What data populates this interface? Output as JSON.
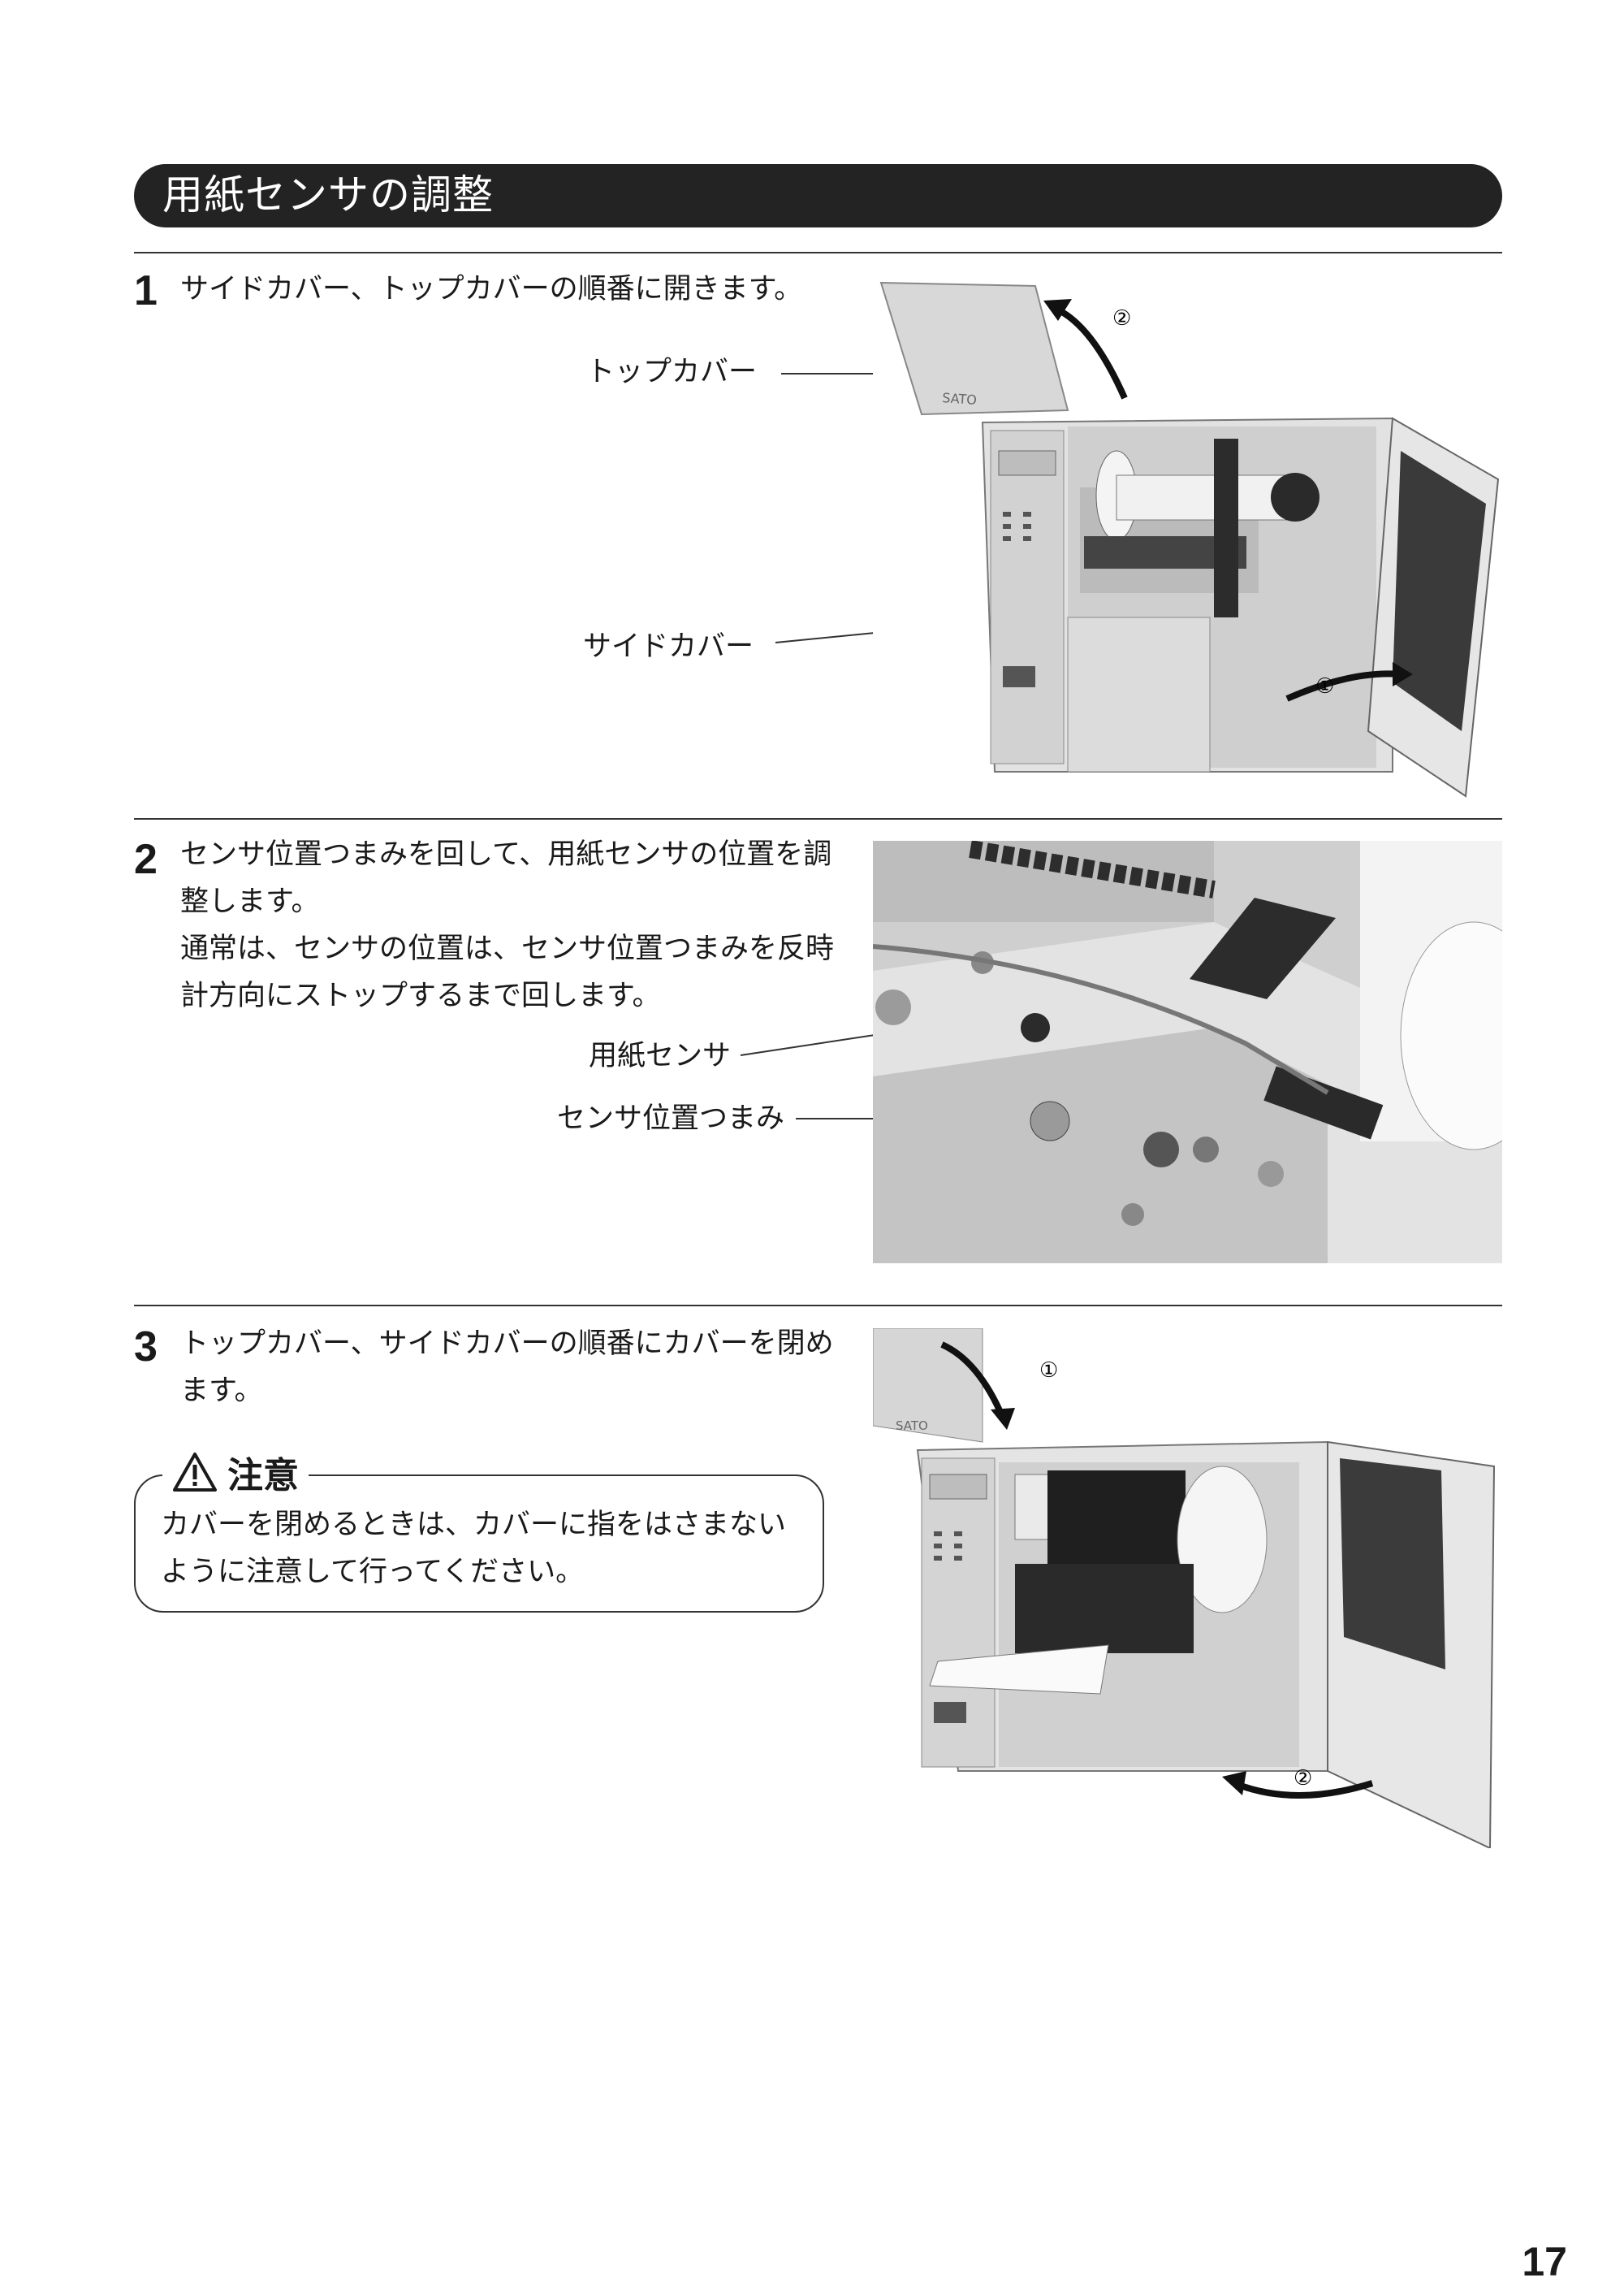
{
  "section": {
    "title": "用紙センサの調整"
  },
  "steps": [
    {
      "number": "1",
      "text": "サイドカバー、トップカバーの順番に開きます。",
      "callouts": [
        "トップカバー",
        "サイドカバー"
      ],
      "markers": [
        "②",
        "①"
      ]
    },
    {
      "number": "2",
      "text": [
        "センサ位置つまみを回して、用紙センサの位置を調",
        "整します。",
        "通常は、センサの位置は、センサ位置つまみを反時",
        "計方向にストップするまで回します。"
      ],
      "callouts": [
        "用紙センサ",
        "センサ位置つまみ"
      ]
    },
    {
      "number": "3",
      "text": [
        "トップカバー、サイドカバーの順番にカバーを閉め",
        "ます。"
      ],
      "markers": [
        "①",
        "②"
      ]
    }
  ],
  "caution": {
    "label": "注意",
    "text": [
      "カバーを閉めるときは、カバーに指をはさまない",
      "ように注意して行ってください。"
    ]
  },
  "printer_label": "SATO",
  "page_number": "17"
}
